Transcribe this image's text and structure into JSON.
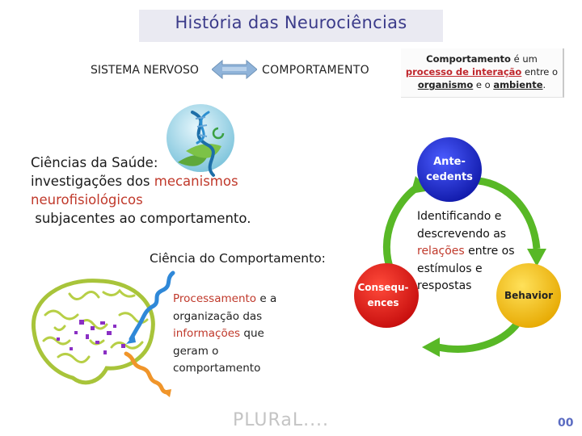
{
  "title": "História das Neurociências",
  "relation": {
    "left_label": "SISTEMA NERVOSO",
    "right_label": "COMPORTAMENTO",
    "arrow_icon": "double-arrow-icon",
    "arrow_color": "#8fb3d9"
  },
  "definition": {
    "term": "Comportamento",
    "is_a": " é um ",
    "process": "processo de interação",
    "between": " entre o ",
    "organism": "organismo",
    "and": " e o ",
    "environment": "ambiente",
    "end": "."
  },
  "logo_icon": "dna-plant-logo-icon",
  "health_sciences": {
    "line1": "Ciências da Saúde:",
    "line2_prefix": "investigações dos ",
    "line2_red": "mecanismos",
    "line3_red": "neurofisiológicos",
    "line4": " subjacentes ao comportamento."
  },
  "behavior_science": {
    "heading": "Ciência do Comportamento:",
    "p1_red": "Processamento",
    "p1_rest": " e a",
    "p2": "organização das",
    "p3_red": "informações",
    "p3_rest": " que",
    "p4": "geram o",
    "p5": "comportamento"
  },
  "brain_icon": "brain-illustration-icon",
  "cycle": {
    "antecedents_line1": "Ante-",
    "antecedents_line2": "cedents",
    "behavior": "Behavior",
    "consequences_line1": "Consequ-",
    "consequences_line2": "ences",
    "colors": {
      "antecedents": "#1d2bd0",
      "behavior": "#f0c020",
      "consequences": "#e01818",
      "arrows": "#58b826"
    }
  },
  "identify": {
    "l1": "Identificando e",
    "l2": "descrevendo as",
    "l3_red": "relações",
    "l3_rest": " entre os",
    "l4": "estímulos e",
    "l5": "respostas"
  },
  "footer": {
    "brand": "PLURaL....",
    "page_number": "00"
  }
}
